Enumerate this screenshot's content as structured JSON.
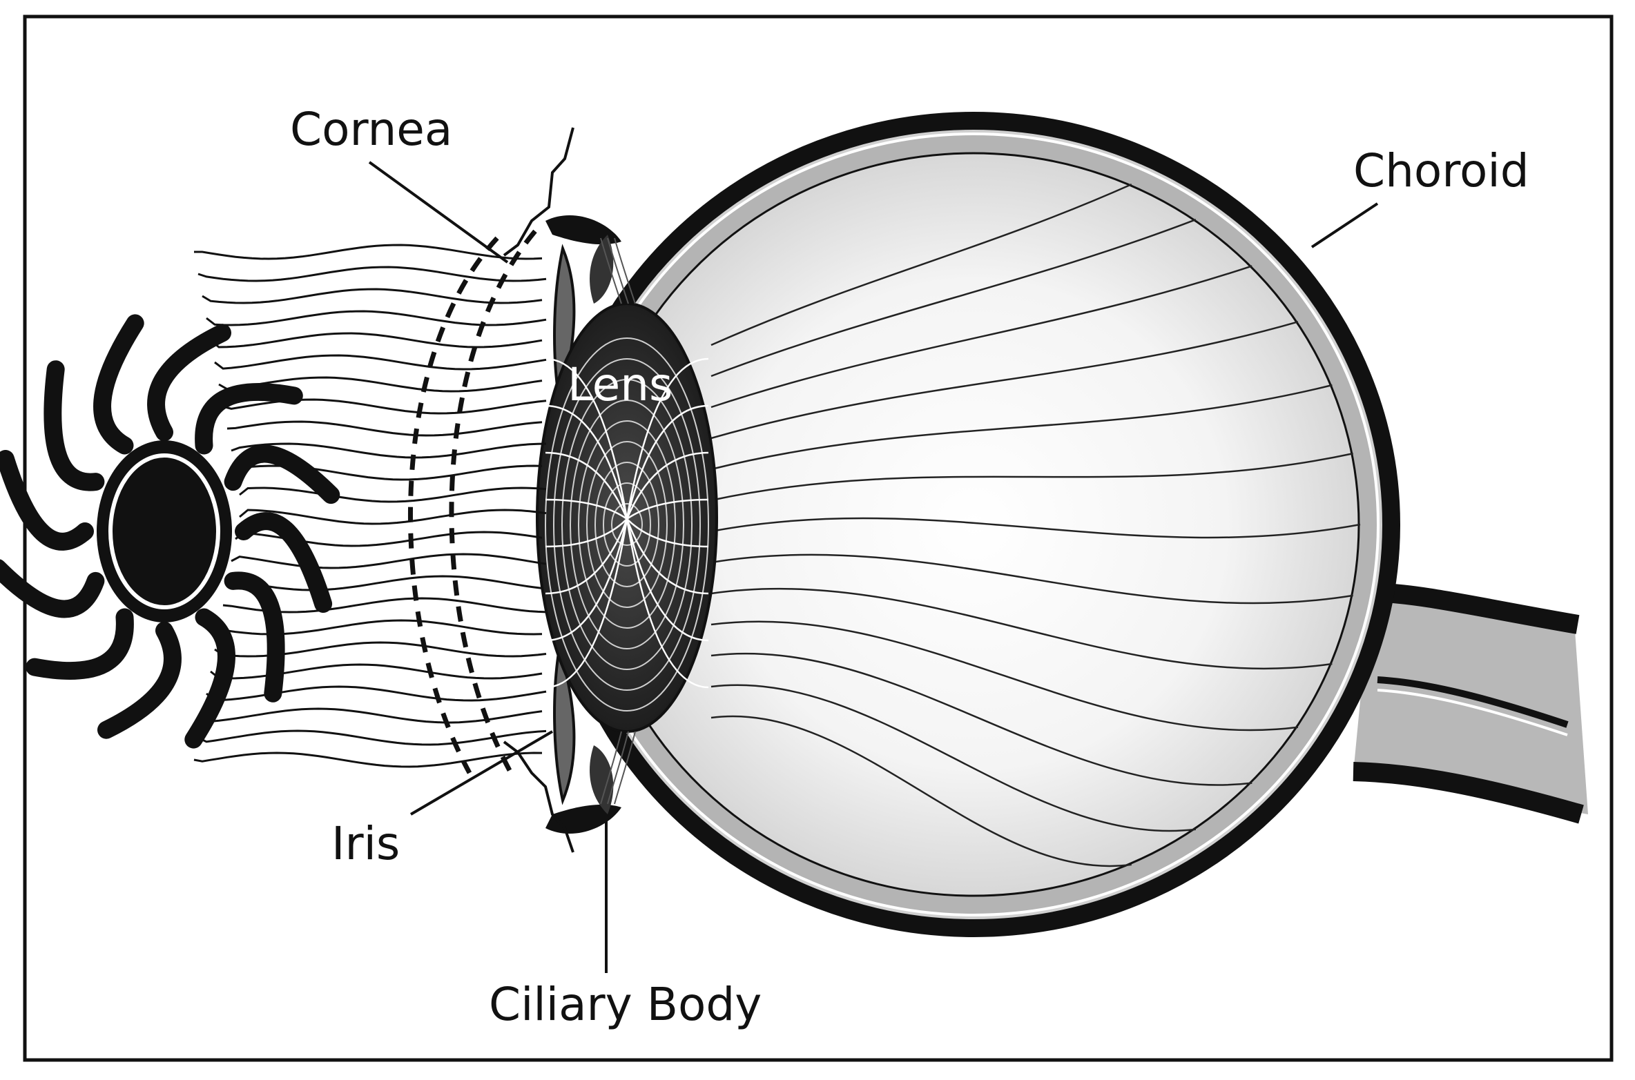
{
  "labels": {
    "cornea": "Cornea",
    "choroid": "Choroid",
    "lens": "Lens",
    "iris": "Iris",
    "ciliary_body": "Ciliary Body"
  },
  "colors": {
    "ink": "#111111",
    "background": "#ffffff",
    "choroid_band": "#b4b4b4",
    "vitreous_shade": "#cfcfcf"
  }
}
